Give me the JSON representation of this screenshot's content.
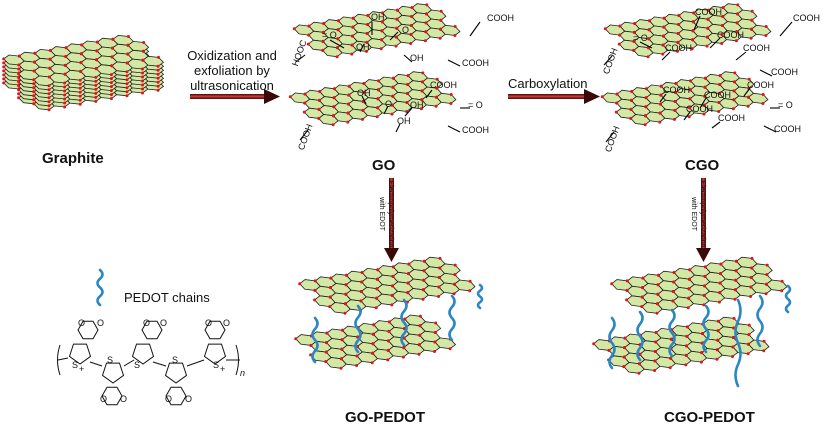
{
  "labels": {
    "graphite": "Graphite",
    "go": "GO",
    "cgo": "CGO",
    "go_pedot": "GO-PEDOT",
    "cgo_pedot": "CGO-PEDOT"
  },
  "steps": {
    "oxid_line1": "Oxidization and",
    "oxid_line2": "exfoliation by",
    "oxid_line3": "ultrasonication",
    "carboxylation": "Carboxylation",
    "electro_go_1": "Electropolymerization",
    "electro_go_2": "with EDOT",
    "electro_cgo_1": "Electropolymerization",
    "electro_cgo_2": "with EDOT"
  },
  "legend": {
    "pedot_chains": "PEDOT chains"
  },
  "groups": {
    "cooh": "COOH",
    "oh": "OH",
    "o": "O",
    "eq_o": "= O",
    "hooc": "HOOC"
  },
  "chem": {
    "s": "S",
    "o": "O",
    "n": "n",
    "plus": "+"
  },
  "colors": {
    "sheet_fill": "#d4e8a6",
    "sheet_edge": "#1f1f1f",
    "atom_red": "#e0141c",
    "arrow_dark": "#5a1010",
    "arrow_red": "#cf3030",
    "pedot_blue": "#2a87c6"
  }
}
